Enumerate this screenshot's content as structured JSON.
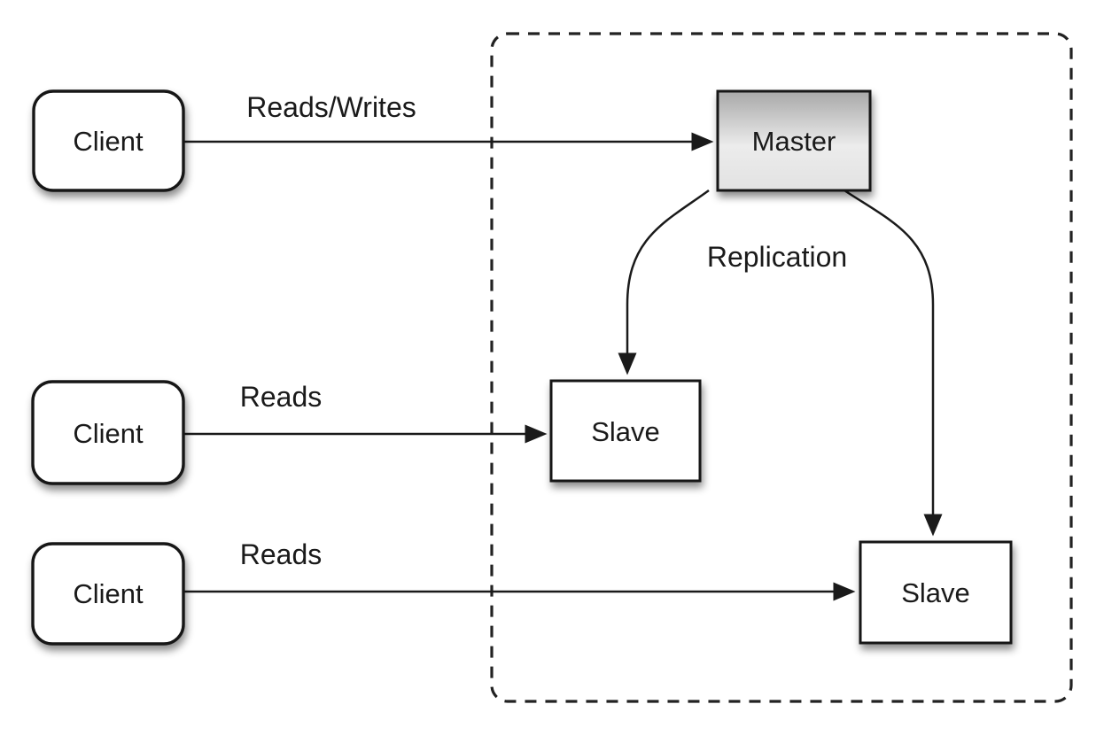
{
  "diagram": {
    "type": "master-slave-replication-topology",
    "nodes": {
      "client1": {
        "label": "Client",
        "shape": "rounded-rect"
      },
      "client2": {
        "label": "Client",
        "shape": "rounded-rect"
      },
      "client3": {
        "label": "Client",
        "shape": "rounded-rect"
      },
      "master": {
        "label": "Master",
        "shape": "rect",
        "fill": "gradient-gray"
      },
      "slave1": {
        "label": "Slave",
        "shape": "rect",
        "fill": "white"
      },
      "slave2": {
        "label": "Slave",
        "shape": "rect",
        "fill": "white"
      }
    },
    "edges": {
      "client1_master": {
        "label": "Reads/Writes",
        "from": "client1",
        "to": "master"
      },
      "client2_slave1": {
        "label": "Reads",
        "from": "client2",
        "to": "slave1"
      },
      "client3_slave2": {
        "label": "Reads",
        "from": "client3",
        "to": "slave2"
      },
      "replication": {
        "label": "Replication",
        "from": "master",
        "to": [
          "slave1",
          "slave2"
        ]
      }
    },
    "boundary": {
      "style": "dashed-rounded-rect",
      "contains": [
        "master",
        "slave1",
        "slave2"
      ]
    },
    "colors": {
      "background": "#ffffff",
      "line": "#1a1a1a",
      "box_border": "#161616",
      "box_fill": "#ffffff",
      "master_gradient_top": "#a8a8a8",
      "master_gradient_mid": "#ececec",
      "master_gradient_bottom": "#e2e2e2",
      "boundary_stroke": "#222222"
    }
  }
}
